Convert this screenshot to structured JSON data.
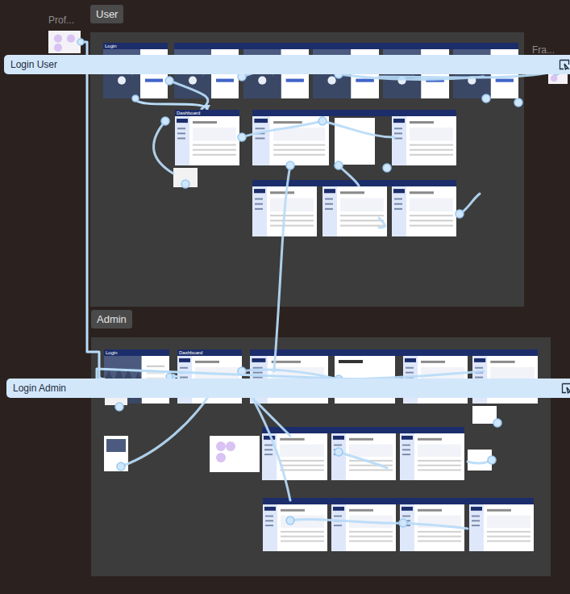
{
  "diagram": {
    "nodes": [
      {
        "text": [
          "User"
        ]
      },
      {
        "text": [
          "Prof..."
        ]
      },
      {
        "text": [
          "Login User"
        ]
      },
      {
        "text": [
          "Login"
        ],
        "in": 0
      },
      {
        "text": [
          "Dashboard"
        ],
        "in": 0
      },
      {
        "text": [
          "Fra..."
        ]
      },
      {
        "text": [
          "Admin"
        ]
      },
      {
        "text": [
          "Login Admin"
        ]
      },
      {
        "text": [
          "Login"
        ],
        "in": 6
      },
      {
        "text": [
          "Dashboard"
        ],
        "in": 6
      }
    ],
    "edges": [
      {
        "from": 2,
        "to": 3,
        "arrow": "to"
      },
      {
        "from": 3,
        "to": 4,
        "arrow": "to"
      },
      {
        "from": 1,
        "to": 8,
        "arrow": "to"
      },
      {
        "from": 7,
        "to": 8,
        "arrow": "to"
      },
      {
        "from": 8,
        "to": 9,
        "arrow": "to"
      }
    ]
  }
}
